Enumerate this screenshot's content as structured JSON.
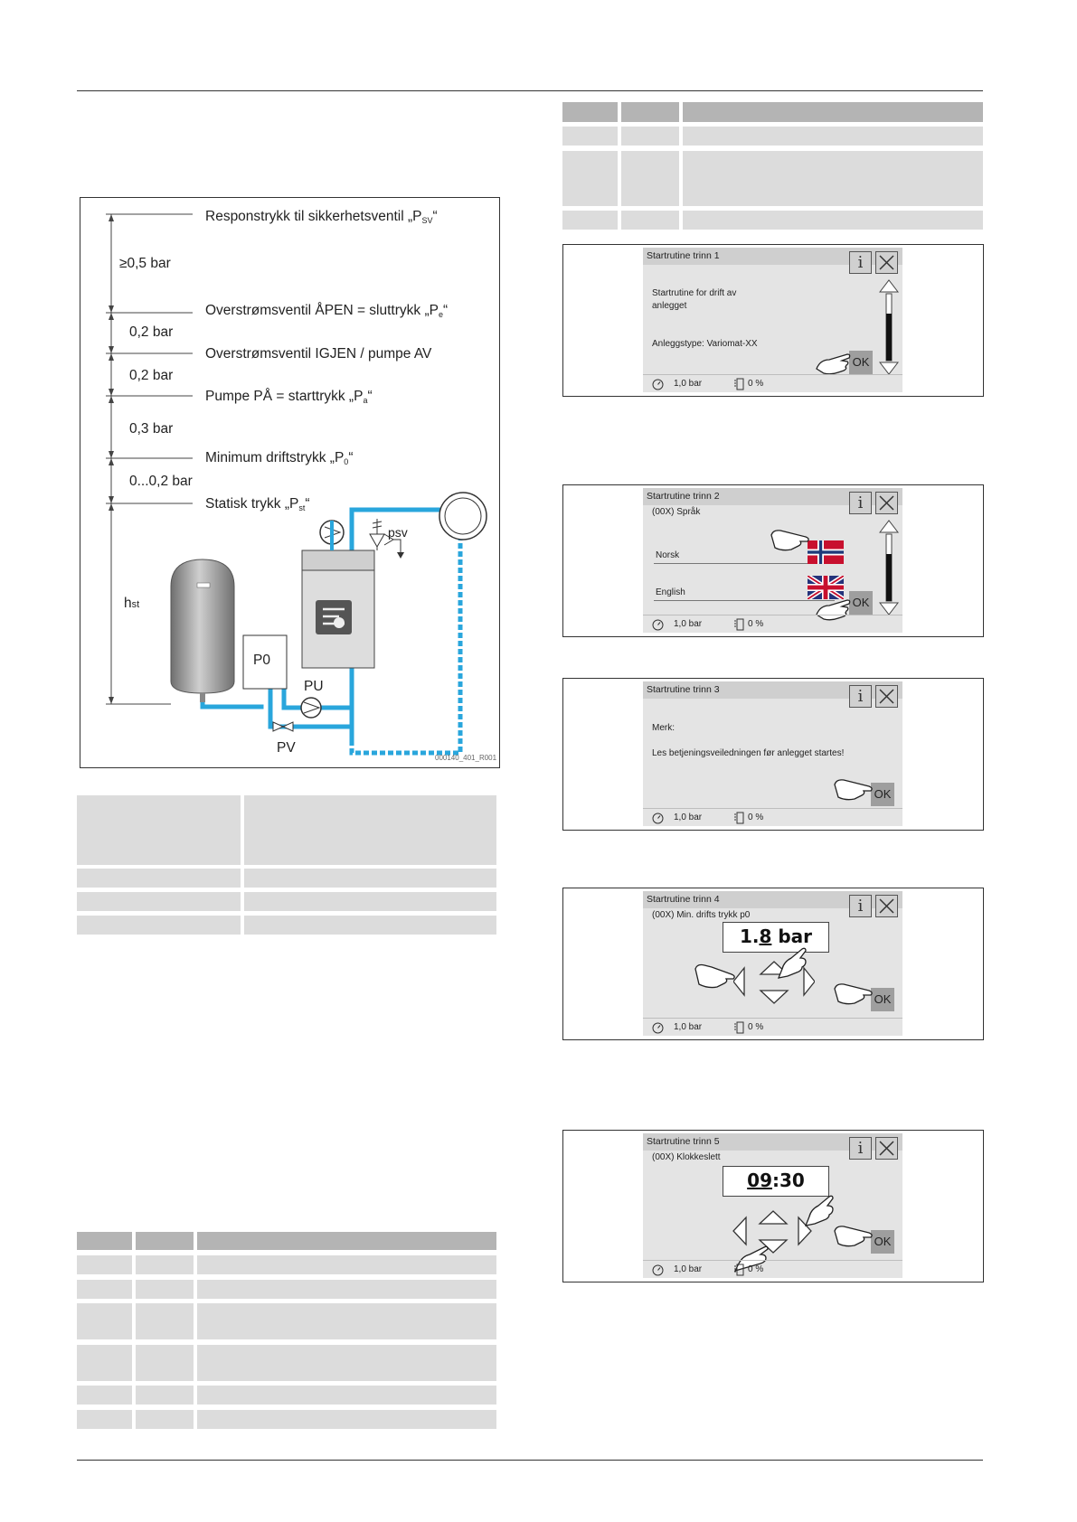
{
  "diagram": {
    "labels": {
      "psv_text": "Responstrykk til sikkerhetsventil „P",
      "psv_sub": "SV",
      "pe_text": "Overstrømsventil ÅPEN = sluttrykk „P",
      "pe_sub": "e",
      "pump_off": "Overstrømsventil IGJEN / pumpe AV",
      "pa_text": "Pumpe PÅ = starttrykk „P",
      "pa_sub": "a",
      "p0_text": "Minimum driftstrykk „P",
      "p0_sub": "0",
      "pst_text": "Statisk trykk „P",
      "pst_sub": "st",
      "close_quote": "“"
    },
    "intervals": [
      "≥0,5 bar",
      "0,2 bar",
      "0,2 bar",
      "0,3 bar",
      "0...0,2 bar"
    ],
    "hst": "h",
    "hst_sub": "st",
    "components": {
      "psv": "psv",
      "p0": "P0",
      "pu": "PU",
      "pv": "PV"
    },
    "code": "000140_401_R001"
  },
  "screens": [
    {
      "title": "Startrutine trinn 1",
      "lines": [
        "Startrutine for drift av",
        "anlegget",
        "Anleggstype: Variomat-XX"
      ],
      "ok": "OK",
      "pressure": "1,0 bar",
      "level": "0 %"
    },
    {
      "title": "Startrutine trinn 2",
      "subtitle": "(00X) Språk",
      "options": [
        "Norsk",
        "English"
      ],
      "ok": "OK",
      "pressure": "1,0 bar",
      "level": "0 %"
    },
    {
      "title": "Startrutine trinn 3",
      "lines": [
        "Merk:",
        "Les betjeningsveiledningen før anlegget startes!"
      ],
      "ok": "OK",
      "pressure": "1,0 bar",
      "level": "0 %"
    },
    {
      "title": "Startrutine trinn 4",
      "subtitle": "(00X) Min. drifts trykk p0",
      "value_a": "1.",
      "value_b": "8",
      "value_c": " bar",
      "ok": "OK",
      "pressure": "1,0 bar",
      "level": "0 %"
    },
    {
      "title": "Startrutine trinn 5",
      "subtitle": "(00X) Klokkeslett",
      "value_a": "09",
      "value_b": ":30",
      "ok": "OK",
      "pressure": "1,0 bar",
      "level": "0 %"
    }
  ],
  "icons": {
    "info": "info-icon",
    "close": "close-icon",
    "gauge": "gauge-icon",
    "level": "level-icon",
    "hand": "pointing-hand-icon"
  }
}
